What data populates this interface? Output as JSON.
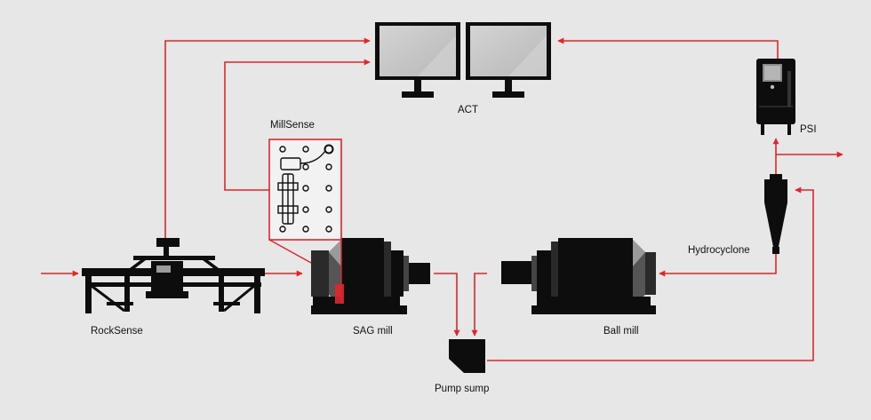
{
  "labels": {
    "act": "ACT",
    "psi": "PSI",
    "millsense": "MillSense",
    "hydrocyclone": "Hydrocyclone",
    "rocksense": "RockSense",
    "sag_mill": "SAG mill",
    "ball_mill": "Ball mill",
    "pump_sump": "Pump sump"
  },
  "colors": {
    "background": "#e7e7e7",
    "flow_arrow": "#e0262b",
    "equipment": "#0d0d0d",
    "screen": "#c9c9c9",
    "callout": "#e0262b"
  }
}
